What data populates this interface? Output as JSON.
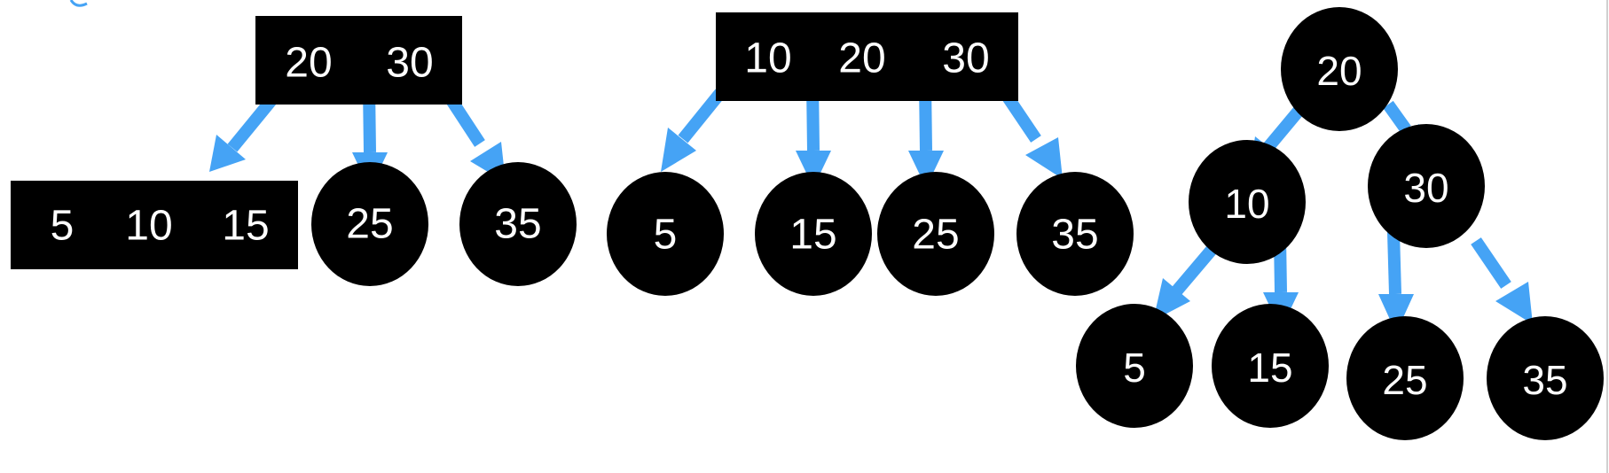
{
  "diagram": {
    "panel1": {
      "root_keys": [
        "20",
        "30"
      ],
      "leaf_box_keys": [
        "5",
        "10",
        "15"
      ],
      "leaf_nodes": [
        "25",
        "35"
      ]
    },
    "panel2": {
      "root_keys": [
        "10",
        "20",
        "30"
      ],
      "leaf_nodes": [
        "5",
        "15",
        "25",
        "35"
      ]
    },
    "panel3": {
      "root": "20",
      "level1": [
        "10",
        "30"
      ],
      "leaves": [
        "5",
        "15",
        "25",
        "35"
      ]
    }
  },
  "colors": {
    "node": "#000000",
    "text": "#ffffff",
    "arrow": "#45a3f5"
  }
}
